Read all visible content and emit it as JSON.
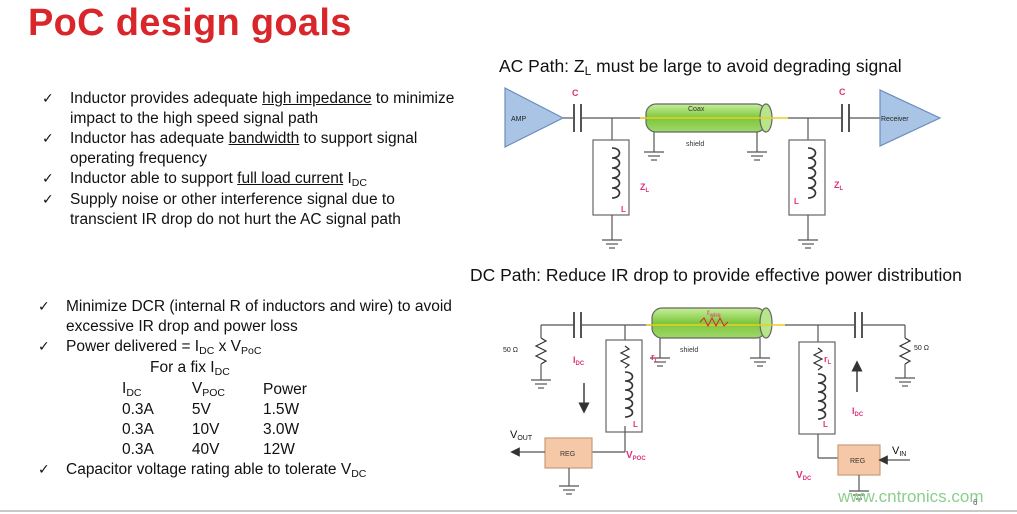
{
  "title": "PoC design goals",
  "ac": {
    "title_pre": "AC Path: Z",
    "title_sub": "L",
    "title_post": " must be large to avoid degrading signal",
    "amp": "AMP",
    "receiver": "Receiver",
    "coax": "Coax",
    "shield": "shield",
    "cap": "C",
    "z": "Z",
    "z_sub": "L",
    "l": "L"
  },
  "dc": {
    "title": "DC Path: Reduce IR drop to provide effective power distribution",
    "res_left": "50 Ω",
    "res_right": "50 Ω",
    "shield": "shield",
    "rwire": "r",
    "rwire_sub": "wire",
    "idc": "I",
    "idc_sub": "DC",
    "rl": "r",
    "rl_sub": "L",
    "l": "L",
    "reg": "REG",
    "vout": "V",
    "vout_sub": "OUT",
    "vpoc": "V",
    "vpoc_sub": "POC",
    "vdc": "V",
    "vdc_sub": "DC",
    "vin": "V",
    "vin_sub": "IN"
  },
  "list1": [
    {
      "pre": "Inductor provides adequate ",
      "u": "high impedance",
      "post": " to minimize impact to the high speed  signal path"
    },
    {
      "pre": "Inductor has adequate ",
      "u": "bandwidth",
      "post": " to support signal operating frequency"
    },
    {
      "pre": "Inductor able to support ",
      "u": "full load current",
      "post": " I",
      "sub": "DC"
    },
    {
      "pre": "Supply noise or other interference  signal due to transcient IR drop do not hurt the AC signal path"
    }
  ],
  "list2": {
    "item1": "Minimize DCR (internal R of inductors and wire) to avoid excessive IR drop and power loss",
    "item2_a": "Power delivered = I",
    "item2_sub1": "DC",
    "item2_b": " x V",
    "item2_sub2": "PoC",
    "fix_a": "For a fix I",
    "fix_sub": "DC",
    "headers": {
      "idc": "I",
      "idc_sub": "DC",
      "vpoc": "V",
      "vpoc_sub": "POC",
      "power": "Power"
    },
    "rows": [
      [
        "0.3A",
        "5V",
        "1.5W"
      ],
      [
        "0.3A",
        "10V",
        "3.0W"
      ],
      [
        "0.3A",
        "40V",
        "12W"
      ]
    ],
    "item3_a": "Capacitor voltage rating able to tolerate V",
    "item3_sub": "DC"
  },
  "watermark": "www.cntronics.com",
  "page": "6",
  "colors": {
    "title_red": "#d9262a",
    "coax_green": "#8fd14f",
    "amp_blue": "#a9c4e4",
    "reg_orange": "#f5c9a8",
    "label_pink": "#e0307a"
  }
}
